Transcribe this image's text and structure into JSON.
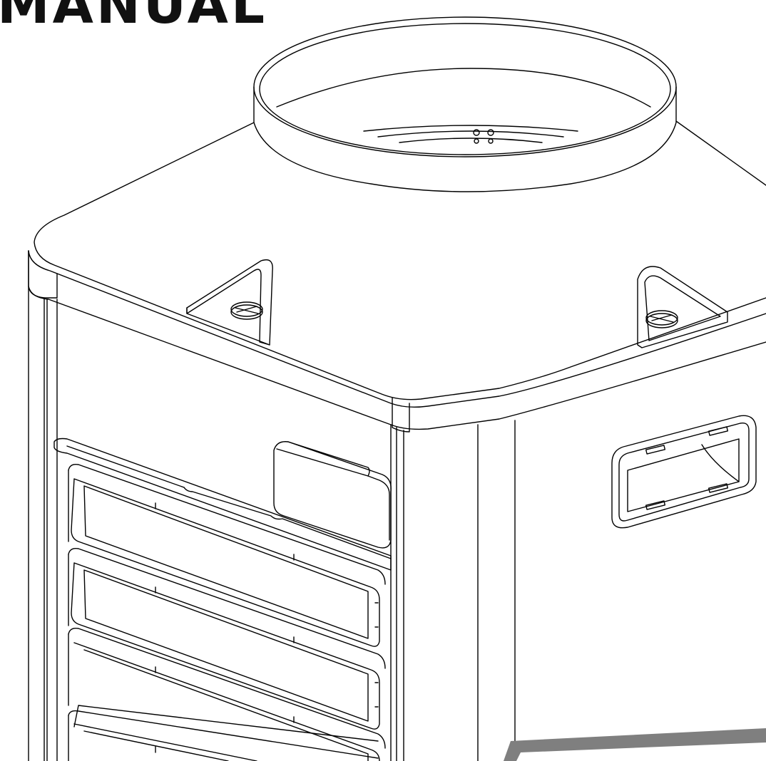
{
  "cover": {
    "title": "MANUAL",
    "title_color": "#111111",
    "line_color": "#000000",
    "accent_band_color": "#7f7f7f",
    "background_color": "#ffffff"
  },
  "illustration": {
    "subject": "heat-pump-unit",
    "icon": "heat-pump-line-drawing"
  }
}
